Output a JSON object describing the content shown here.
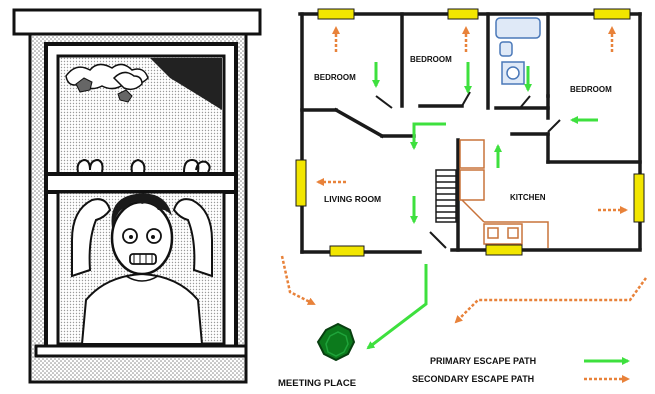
{
  "rooms": {
    "bedroom_left": "BEDROOM",
    "bedroom_middle": "BEDROOM",
    "bedroom_right": "BEDROOM",
    "living_room": "LIVING ROOM",
    "kitchen": "KITCHEN"
  },
  "meeting_place": "MEETING PLACE",
  "legend": {
    "primary": "PRIMARY ESCAPE PATH",
    "secondary": "SECONDARY ESCAPE PATH"
  },
  "colors": {
    "primary_path": "#3ee03e",
    "secondary_path": "#e8823a",
    "window_yellow": "#f2e600",
    "walls": "#1a1a1a",
    "cabinets": "#c8733a",
    "bath_blue": "#7fa6d8",
    "meeting_tree": "#0c7a1c"
  }
}
